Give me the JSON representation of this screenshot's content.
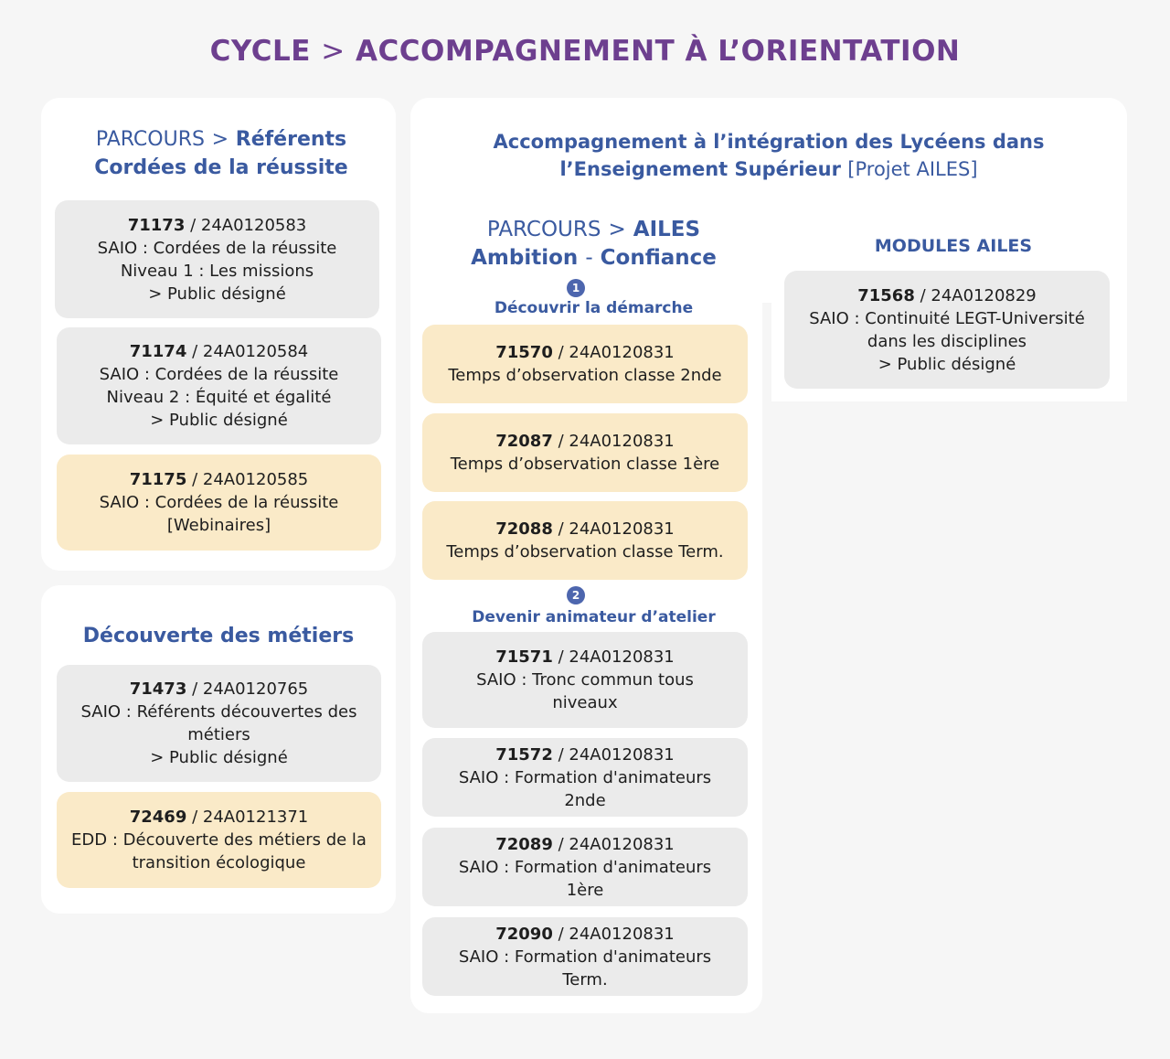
{
  "title": {
    "part1": "CYCLE",
    "sep": ">",
    "part2": "ACCOMPAGNEMENT À L’ORIENTATION"
  },
  "left_top": {
    "heading": {
      "prefix": "PARCOURS",
      "sep": ">",
      "bold1": "Référents",
      "bold2": "Cordées de la réussite"
    },
    "cards": [
      {
        "code": "71173",
        "ref": "24A0120583",
        "lines": [
          "SAIO : Cordées de la réussite",
          "Niveau 1 : Les missions",
          "> Public désigné"
        ]
      },
      {
        "code": "71174",
        "ref": "24A0120584",
        "lines": [
          "SAIO : Cordées de la réussite",
          "Niveau 2 : Équité et égalité",
          "> Public désigné"
        ]
      },
      {
        "code": "71175",
        "ref": "24A0120585",
        "lines": [
          "SAIO : Cordées de la réussite",
          "[Webinaires]"
        ]
      }
    ]
  },
  "left_bottom": {
    "heading": "Découverte des métiers",
    "cards": [
      {
        "code": "71473",
        "ref": "24A0120765",
        "lines": [
          "SAIO : Référents découvertes des",
          "métiers",
          "> Public désigné"
        ]
      },
      {
        "code": "72469",
        "ref": "24A0121371",
        "lines": [
          "EDD : Découverte des métiers de la",
          "transition écologique"
        ]
      }
    ]
  },
  "right": {
    "heading": {
      "bold1": "Accompagnement à l’intégration des Lycéens dans",
      "bold2": "l’Enseignement Supérieur",
      "light": "[Projet AILES]"
    },
    "parcours": {
      "prefix": "PARCOURS",
      "sep": ">",
      "bold1": "AILES",
      "bold2a": "Ambition",
      "dash": "-",
      "bold2b": "Confiance"
    },
    "step1": {
      "num": "1",
      "label": "Découvrir la démarche"
    },
    "step2": {
      "num": "2",
      "label": "Devenir animateur d’atelier"
    },
    "cards_step1": [
      {
        "code": "71570",
        "ref": "24A0120831",
        "lines": [
          "Temps d’observation classe 2nde"
        ]
      },
      {
        "code": "72087",
        "ref": "24A0120831",
        "lines": [
          "Temps d’observation classe 1ère"
        ]
      },
      {
        "code": "72088",
        "ref": "24A0120831",
        "lines": [
          "Temps d’observation classe Term."
        ]
      }
    ],
    "cards_step2": [
      {
        "code": "71571",
        "ref": "24A0120831",
        "lines": [
          "SAIO : Tronc commun tous",
          "niveaux"
        ]
      },
      {
        "code": "71572",
        "ref": "24A0120831",
        "lines": [
          "SAIO : Formation d'animateurs",
          "2nde"
        ]
      },
      {
        "code": "72089",
        "ref": "24A0120831",
        "lines": [
          "SAIO : Formation d'animateurs",
          "1ère"
        ]
      },
      {
        "code": "72090",
        "ref": "24A0120831",
        "lines": [
          "SAIO : Formation d'animateurs",
          "Term."
        ]
      }
    ],
    "modules": {
      "prefix": "MODULES",
      "bold": "AILES"
    },
    "module_card": {
      "code": "71568",
      "ref": "24A0120829",
      "lines": [
        "SAIO : Continuité LEGT-Université",
        "dans les disciplines",
        "> Public désigné"
      ]
    }
  }
}
